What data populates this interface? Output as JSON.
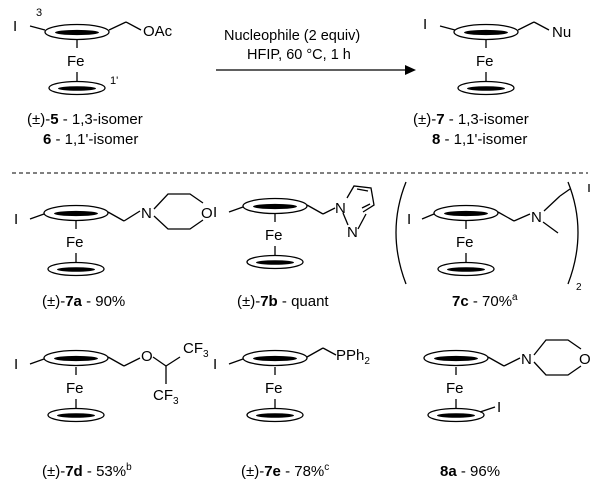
{
  "atoms": {
    "iodine": "I",
    "iron": "Fe",
    "oxygen": "O",
    "nitrogen": "N",
    "acetate": "OAc",
    "nucleophile": "Nu",
    "phosphine": "PPh",
    "subscript_2": "2",
    "carbon": "C",
    "fluorine": "F",
    "subscript_3": "3"
  },
  "positions": {
    "pos3": "3",
    "pos1prime": "1'"
  },
  "conditions": {
    "line1": "Nucleophile (2 equiv)",
    "line2": "HFIP, 60 °C, 1 h"
  },
  "reactant": {
    "label_a_prefix": "(±)-",
    "label_a_bold": "5",
    "label_a_suffix": " - 1,3-isomer",
    "label_b_bold": "6",
    "label_b_suffix": " - 1,1'-isomer"
  },
  "product": {
    "label_a_prefix": "(±)-",
    "label_a_bold": "7",
    "label_a_suffix": " - 1,3-isomer",
    "label_b_bold": "8",
    "label_b_suffix": " - 1,1'-isomer"
  },
  "examples": [
    {
      "prefix": "(±)-",
      "id": "7a",
      "result": " - 90%",
      "note": ""
    },
    {
      "prefix": "(±)-",
      "id": "7b",
      "result": " - quant",
      "note": ""
    },
    {
      "prefix": "",
      "id": "7c",
      "result": " - 70%",
      "note": "a"
    },
    {
      "prefix": "(±)-",
      "id": "7d",
      "result": " - 53%",
      "note": "b"
    },
    {
      "prefix": "(±)-",
      "id": "7e",
      "result": " - 78%",
      "note": "c"
    },
    {
      "prefix": "",
      "id": "8a",
      "result": " - 96%",
      "note": ""
    }
  ]
}
